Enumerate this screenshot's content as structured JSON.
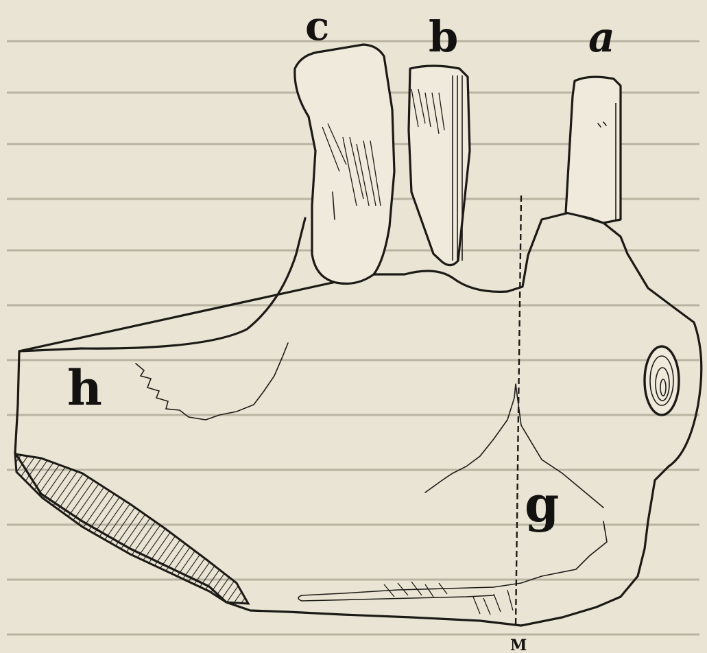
{
  "figure": {
    "labels": {
      "tooth_a": "a",
      "tooth_b": "b",
      "tooth_c": "c",
      "point_g": "g",
      "point_h": "h",
      "point_m": "M"
    },
    "colors": {
      "paper": "#e9e4d3",
      "ink": "#1c1a17",
      "bleed_through": "#b9b3a2"
    }
  }
}
